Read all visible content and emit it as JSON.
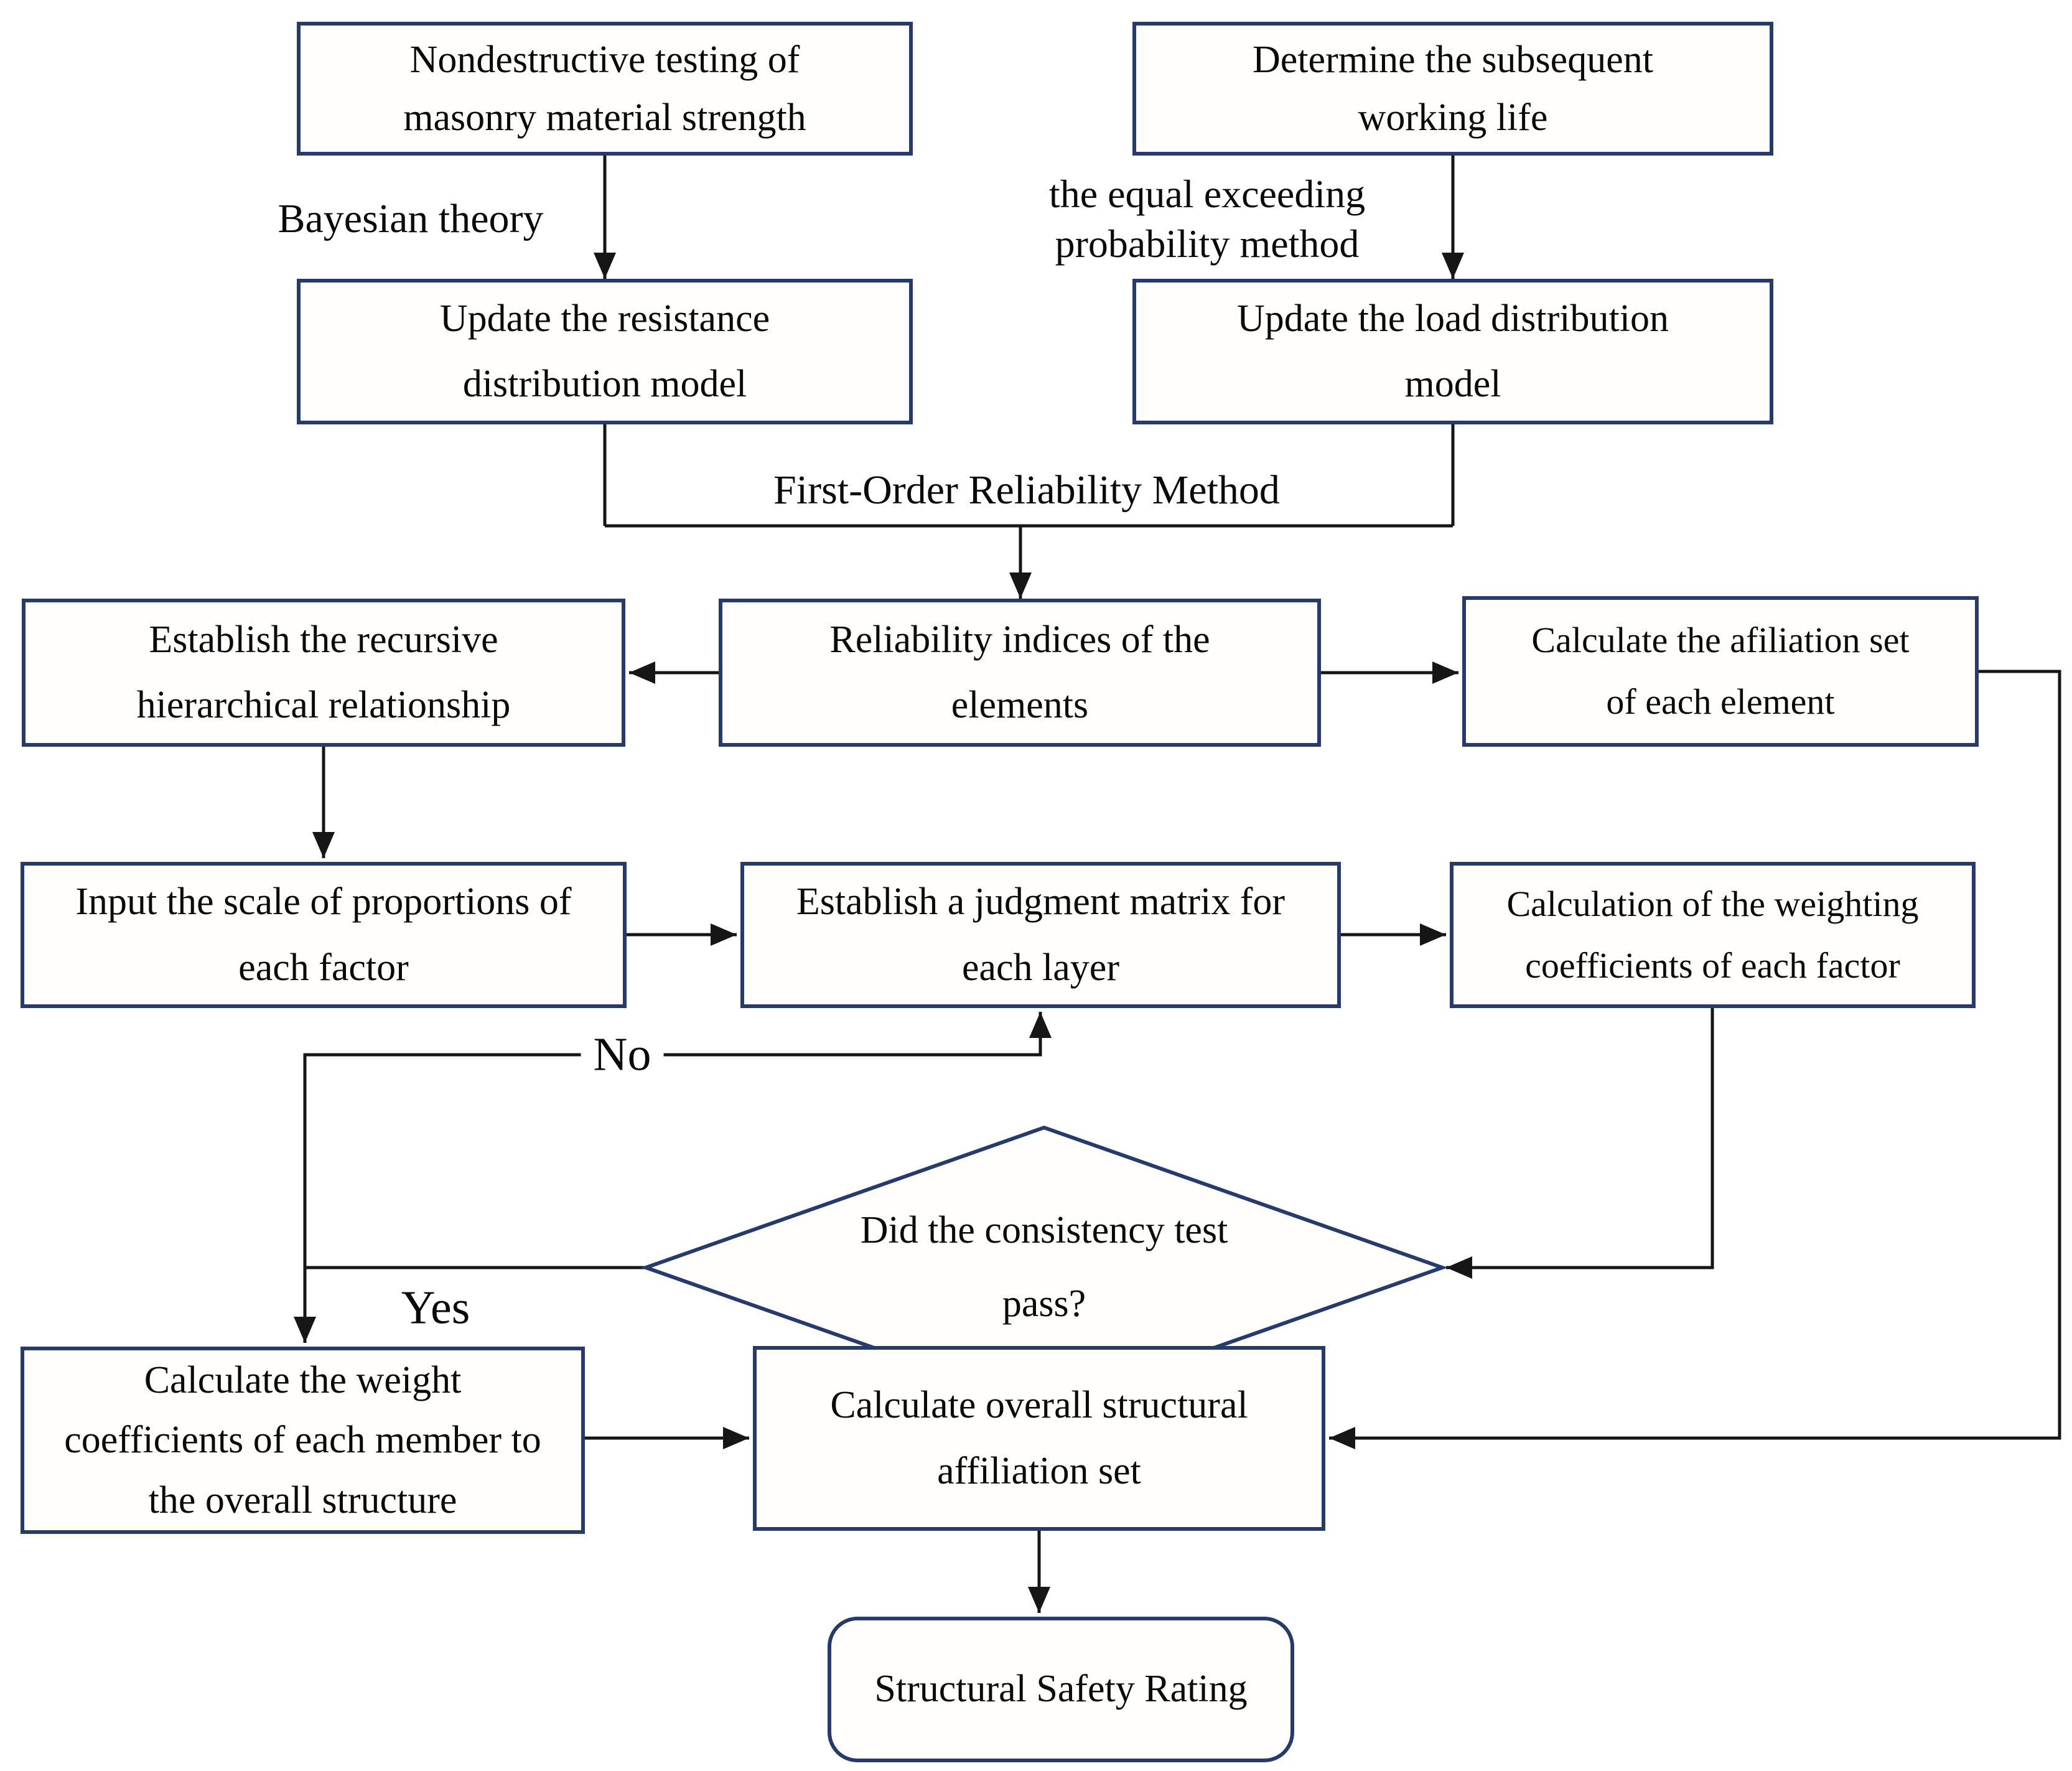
{
  "colors": {
    "box_border": "#263a6b",
    "connector": "#161616",
    "text": "#0a0a0a",
    "background": "#ffffff"
  },
  "boxes": {
    "nondestructive_testing": "Nondestructive testing of\nmasonry material strength",
    "determine_working_life": "Determine the subsequent\nworking life",
    "update_resistance": "Update the resistance\ndistribution model",
    "update_load": "Update the  load distribution\nmodel",
    "reliability_indices": "Reliability indices of the\nelements",
    "recursive_hierarchy": "Establish the recursive\nhierarchical relationship",
    "afiliation_set": "Calculate the afiliation set\nof each element",
    "input_scale": "Input the scale of proportions of\neach factor",
    "judgment_matrix": "Establish a judgment matrix for\neach layer",
    "weighting_coefficients": "Calculation of the weighting\ncoefficients of each factor",
    "member_weight": "Calculate the weight\ncoefficients of each member to\nthe overall structure",
    "overall_affiliation": "Calculate overall structural\naffiliation set"
  },
  "decision": {
    "consistency_test": "Did the consistency test\npass?"
  },
  "terminal": {
    "safety_rating": "Structural Safety Rating"
  },
  "labels": {
    "bayesian_theory": "Bayesian theory",
    "equal_exceeding": "the equal exceeding\nprobability method",
    "form_method": "First-Order Reliability Method",
    "no": "No",
    "yes": "Yes"
  }
}
